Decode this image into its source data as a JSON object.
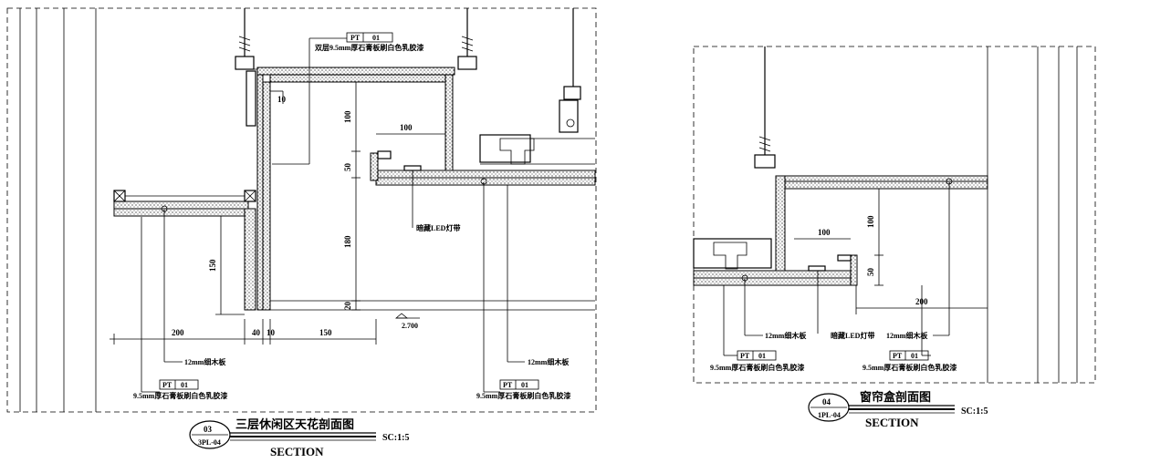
{
  "left": {
    "title_cn": "三层休闲区天花剖面图",
    "title_en": "SECTION",
    "scale": "SC:1:5",
    "badge_num": "03",
    "badge_ref": "3PL-04",
    "callout_top": "双层9.5mm厚石膏板刷白色乳胶漆",
    "led": "暗藏LED灯带",
    "plywood_left": "12mm细木板",
    "plywood_right": "12mm细木板",
    "gyp_left": "9.5mm厚石膏板刷白色乳胶漆",
    "gyp_right": "9.5mm厚石膏板刷白色乳胶漆",
    "tag_pt": "PT",
    "tag_01": "01",
    "level": "2.700",
    "dims": {
      "d10a": "10",
      "d100v": "100",
      "d100h": "100",
      "d50": "50",
      "d180": "180",
      "d20": "20",
      "d150v": "150",
      "d200": "200",
      "d40": "40",
      "d10b": "10",
      "d150h": "150"
    }
  },
  "right": {
    "title_cn": "窗帘盒剖面图",
    "title_en": "SECTION",
    "scale": "SC:1:5",
    "badge_num": "04",
    "badge_ref": "1PL-04",
    "led": "暗藏LED灯带",
    "plywood_a": "12mm细木板",
    "plywood_b": "12mm细木板",
    "gyp_a": "9.5mm厚石膏板刷白色乳胶漆",
    "gyp_b": "9.5mm厚石膏板刷白色乳胶漆",
    "tag_pt": "PT",
    "tag_01": "01",
    "dims": {
      "d100v": "100",
      "d100h": "100",
      "d50": "50",
      "d200": "200"
    }
  }
}
